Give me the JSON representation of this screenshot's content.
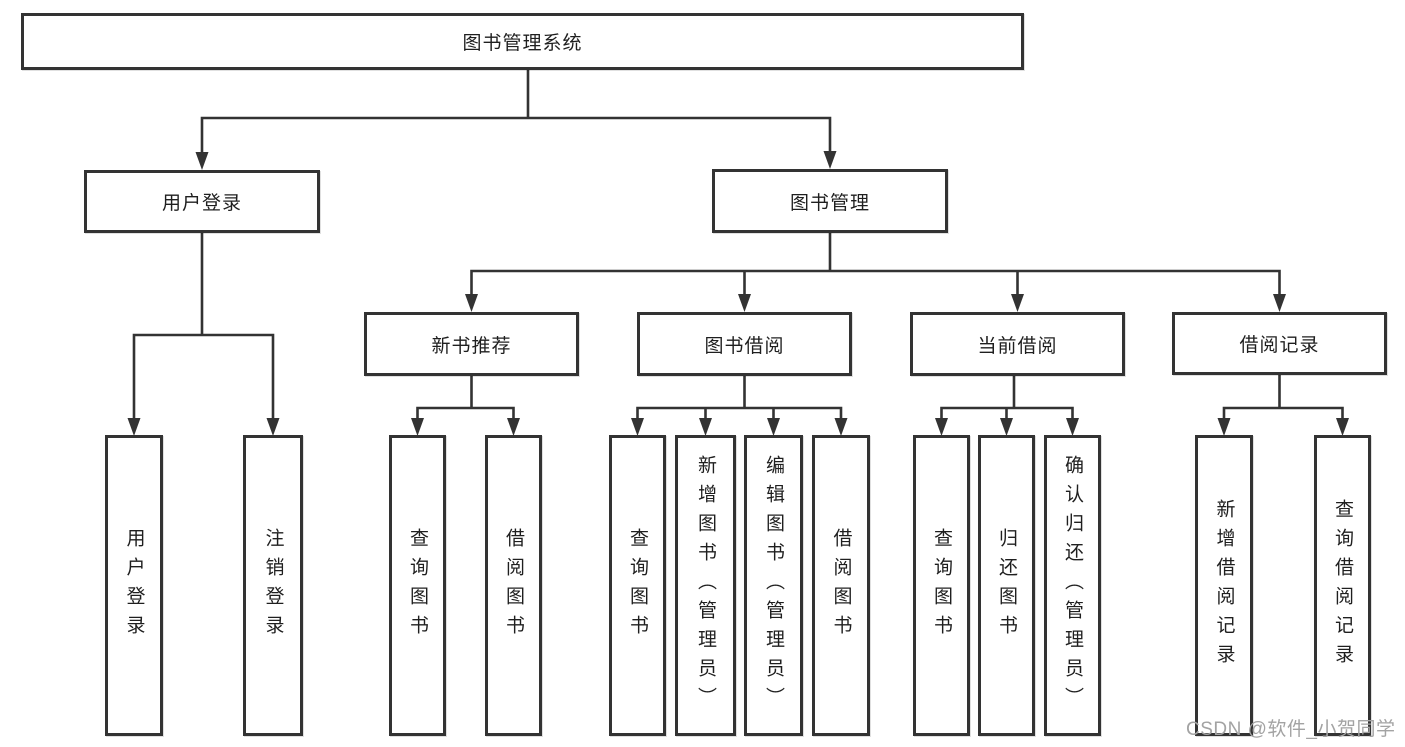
{
  "colors": {
    "line": "#333333",
    "text": "#1f1f1f",
    "watermark": "#a3a3a3",
    "background": "#ffffff"
  },
  "watermark": {
    "text": "CSDN @软件_小贺同学"
  },
  "tree": {
    "label": "图书管理系统",
    "children": [
      {
        "label": "用户登录",
        "children": [
          {
            "label": "用户登录"
          },
          {
            "label": "注销登录"
          }
        ]
      },
      {
        "label": "图书管理",
        "children": [
          {
            "label": "新书推荐",
            "children": [
              {
                "label": "查询图书"
              },
              {
                "label": "借阅图书"
              }
            ]
          },
          {
            "label": "图书借阅",
            "children": [
              {
                "label": "查询图书"
              },
              {
                "label": "新增图书（管理员）"
              },
              {
                "label": "编辑图书（管理员）"
              },
              {
                "label": "借阅图书"
              }
            ]
          },
          {
            "label": "当前借阅",
            "children": [
              {
                "label": "查询图书"
              },
              {
                "label": "归还图书"
              },
              {
                "label": "确认归还（管理员）"
              }
            ]
          },
          {
            "label": "借阅记录",
            "children": [
              {
                "label": "新增借阅记录"
              },
              {
                "label": "查询借阅记录"
              }
            ]
          }
        ]
      }
    ]
  }
}
